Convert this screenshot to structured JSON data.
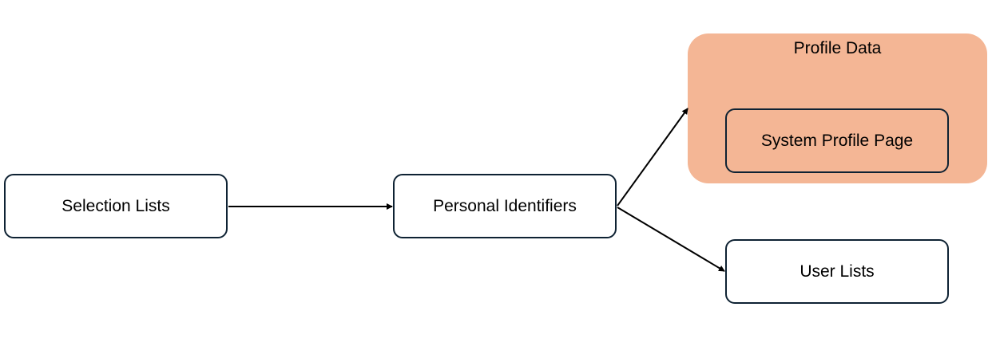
{
  "diagram": {
    "nodes": {
      "selection_lists": "Selection Lists",
      "personal_identifiers": "Personal Identifiers",
      "system_profile_page": "System Profile Page",
      "user_lists": "User Lists"
    },
    "group": {
      "title": "Profile Data"
    },
    "edges": [
      {
        "from": "Selection Lists",
        "to": "Personal Identifiers"
      },
      {
        "from": "Personal Identifiers",
        "to": "Profile Data"
      },
      {
        "from": "Personal Identifiers",
        "to": "User Lists"
      }
    ],
    "colors": {
      "group_fill": "#f4b695",
      "border": "#0e2233"
    }
  }
}
